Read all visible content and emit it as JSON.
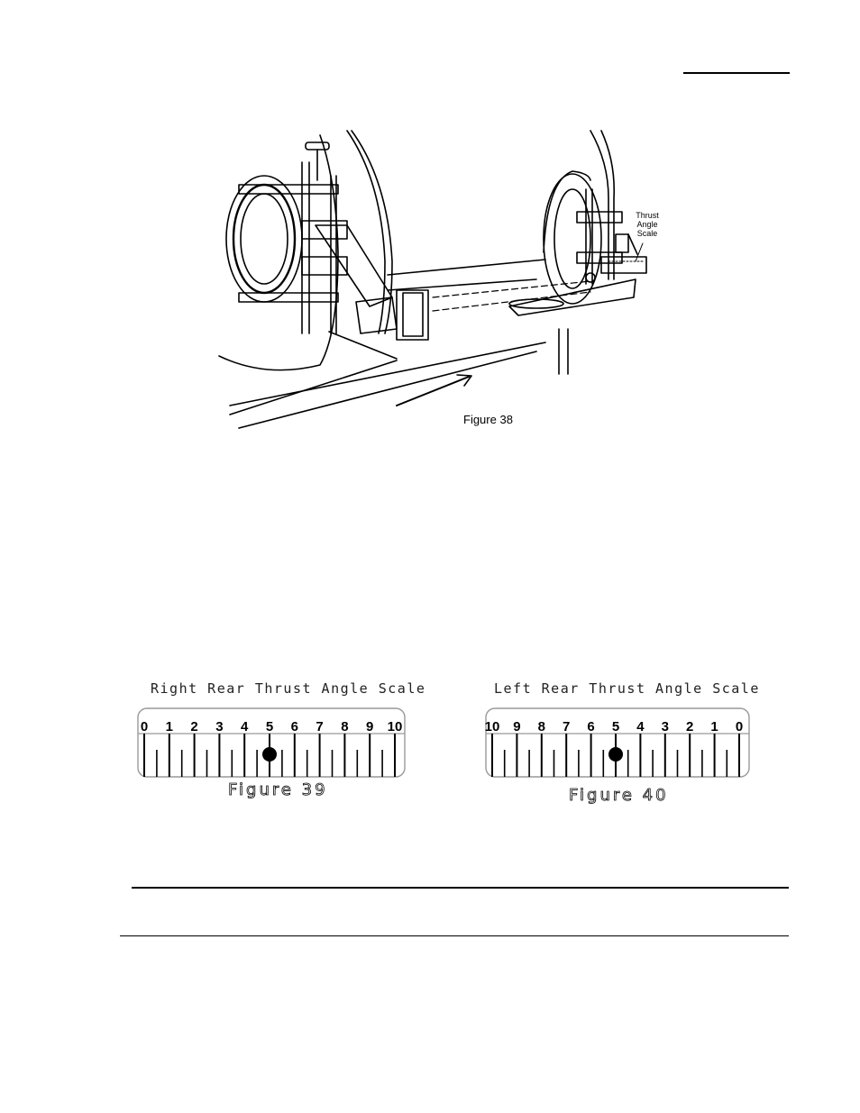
{
  "page": {
    "figure38": {
      "callout_lines": [
        "Thrust",
        "Angle",
        "Scale"
      ],
      "caption": "Figure 38"
    },
    "figure39": {
      "title": "Right Rear Thrust Angle Scale",
      "numbers": [
        "0",
        "1",
        "2",
        "3",
        "4",
        "5",
        "6",
        "7",
        "8",
        "9",
        "10"
      ],
      "marker_value": 5,
      "caption": "Figure 39"
    },
    "figure40": {
      "title": "Left Rear Thrust Angle Scale",
      "numbers": [
        "10",
        "9",
        "8",
        "7",
        "6",
        "5",
        "4",
        "3",
        "2",
        "1",
        "0"
      ],
      "marker_value": 5,
      "caption": "Figure 40"
    }
  }
}
